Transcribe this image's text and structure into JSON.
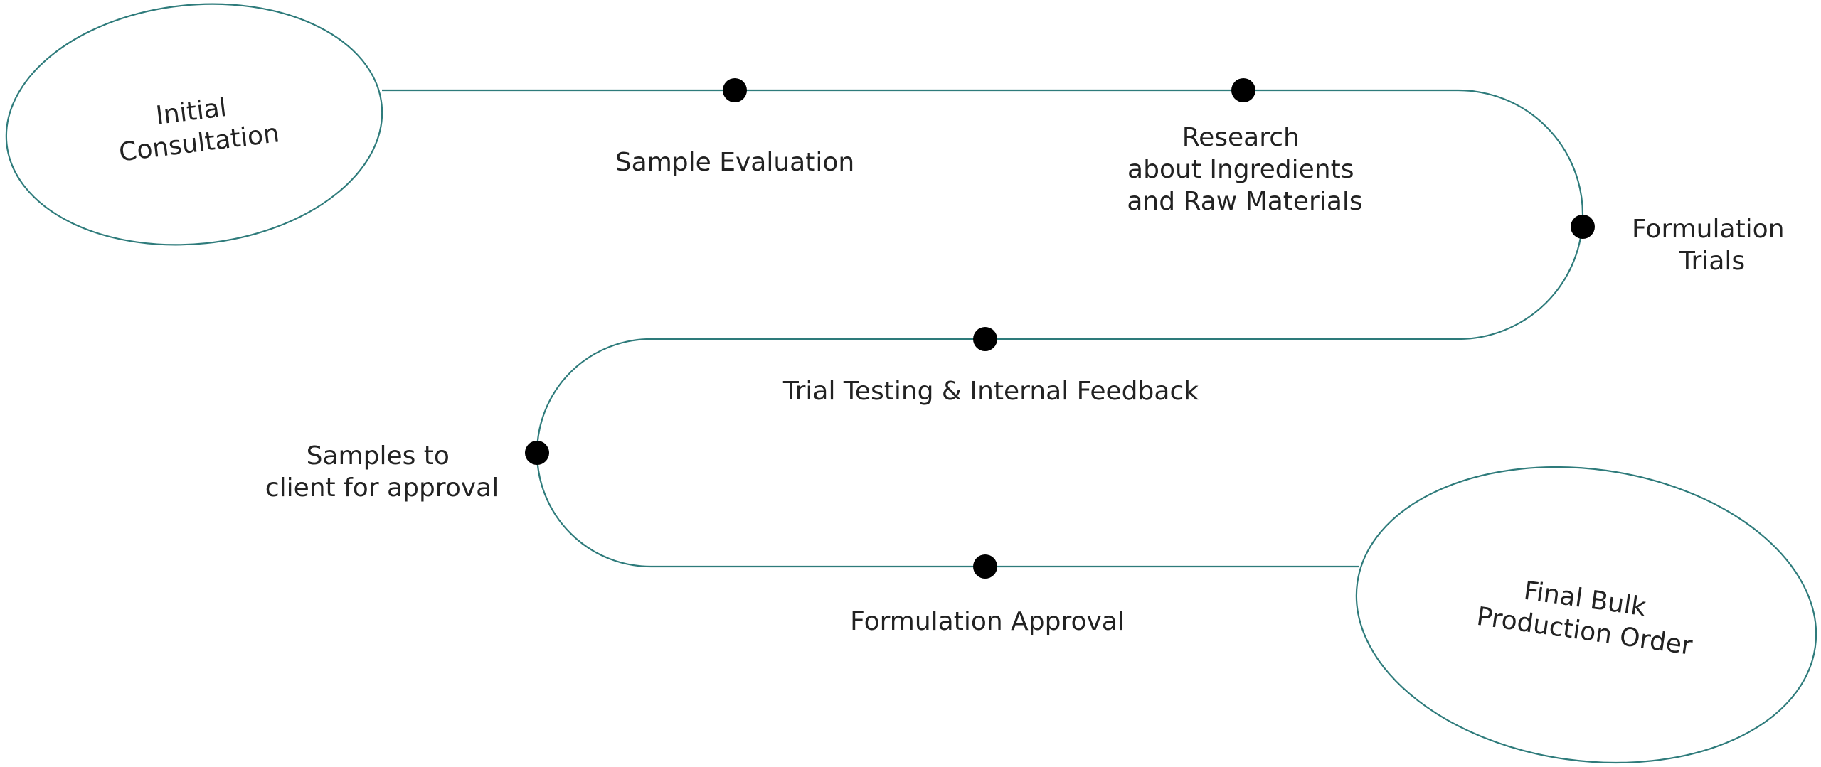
{
  "colors": {
    "line": "#2e7b7b",
    "dot": "#000000",
    "text": "#222222"
  },
  "start_node": {
    "lines": [
      "Initial",
      "Consultation"
    ]
  },
  "end_node": {
    "lines": [
      "Final Bulk",
      "Production Order"
    ]
  },
  "steps": [
    {
      "id": "sample-evaluation",
      "lines": [
        "Sample Evaluation"
      ]
    },
    {
      "id": "research",
      "lines": [
        "Research",
        "about Ingredients",
        "and Raw Materials"
      ]
    },
    {
      "id": "formulation-trials",
      "lines": [
        "Formulation",
        "Trials"
      ]
    },
    {
      "id": "trial-testing",
      "lines": [
        "Trial Testing & Internal Feedback"
      ]
    },
    {
      "id": "samples-to-client",
      "lines": [
        "Samples to",
        "client for approval"
      ]
    },
    {
      "id": "formulation-approval",
      "lines": [
        "Formulation Approval"
      ]
    }
  ]
}
